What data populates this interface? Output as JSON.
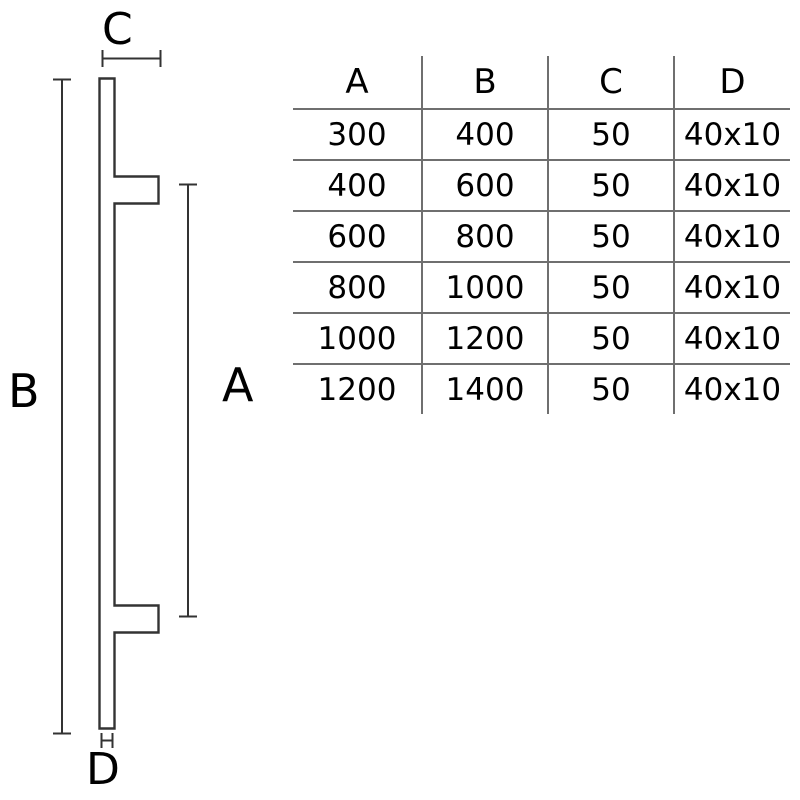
{
  "drawing": {
    "title": "bar-pull-handle-profile",
    "dimension_labels": {
      "a": "A",
      "b": "B",
      "c": "C",
      "d": "D"
    },
    "line_color": "#333333",
    "background_color": "#ffffff"
  },
  "table": {
    "headers": [
      "A",
      "B",
      "C",
      "D"
    ],
    "rows": [
      [
        "300",
        "400",
        "50",
        "40x10"
      ],
      [
        "400",
        "600",
        "50",
        "40x10"
      ],
      [
        "600",
        "800",
        "50",
        "40x10"
      ],
      [
        "800",
        "1000",
        "50",
        "40x10"
      ],
      [
        "1000",
        "1200",
        "50",
        "40x10"
      ],
      [
        "1200",
        "1400",
        "50",
        "40x10"
      ]
    ],
    "rule_color": "#6f6f6f"
  },
  "chart_data": {
    "type": "table",
    "title": "",
    "categories": [
      "A",
      "B",
      "C",
      "D"
    ],
    "series": [
      {
        "name": "A",
        "values": [
          300,
          400,
          600,
          800,
          1000,
          1200
        ]
      },
      {
        "name": "B",
        "values": [
          400,
          600,
          800,
          1000,
          1200,
          1400
        ]
      },
      {
        "name": "C",
        "values": [
          50,
          50,
          50,
          50,
          50,
          50
        ]
      },
      {
        "name": "D",
        "values": [
          "40x10",
          "40x10",
          "40x10",
          "40x10",
          "40x10",
          "40x10"
        ]
      }
    ]
  }
}
